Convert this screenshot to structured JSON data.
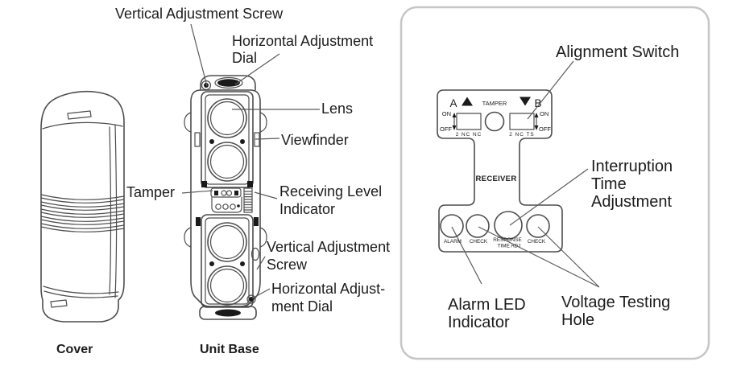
{
  "meta": {
    "caption_cover": "Cover",
    "caption_unit_base": "Unit Base"
  },
  "unit_labels": {
    "vertical_screw_top": "Vertical Adjustment Screw",
    "horizontal_dial_top": [
      "Horizontal Adjustment",
      "Dial"
    ],
    "lens": "Lens",
    "viewfinder": "Viewfinder",
    "tamper": "Tamper",
    "receiving_level": [
      "Receiving Level",
      "Indicator"
    ],
    "vertical_screw_bottom": [
      "Vertical Adjustment",
      "Screw"
    ],
    "horizontal_dial_bottom": [
      "Horizontal Adjust-",
      "ment Dial"
    ]
  },
  "panel_labels": {
    "alignment_switch": "Alignment Switch",
    "interruption": [
      "Interruption",
      "Time",
      "Adjustment"
    ],
    "alarm_led": [
      "Alarm LED",
      "Indicator"
    ],
    "voltage_testing": [
      "Voltage Testing",
      "Hole"
    ]
  },
  "receiver": {
    "channel_a": "A",
    "channel_b": "B",
    "tamper": "TAMPER",
    "on": "ON",
    "off": "OFF",
    "dip_left": "2 NC NC",
    "dip_right": "2 NC TS",
    "name": "RECEIVER",
    "holes": [
      "ALARM",
      "CHECK",
      "RESPONSE",
      "TIME ADJ",
      "CHECK"
    ]
  },
  "colors": {
    "ink": "#1c1c1c",
    "line_art": "#4d4d4d",
    "leader_line": "#5a5a5a",
    "panel_border": "#c6c6c6",
    "fill_dark": "#1a1a1a",
    "background": "#ffffff"
  }
}
